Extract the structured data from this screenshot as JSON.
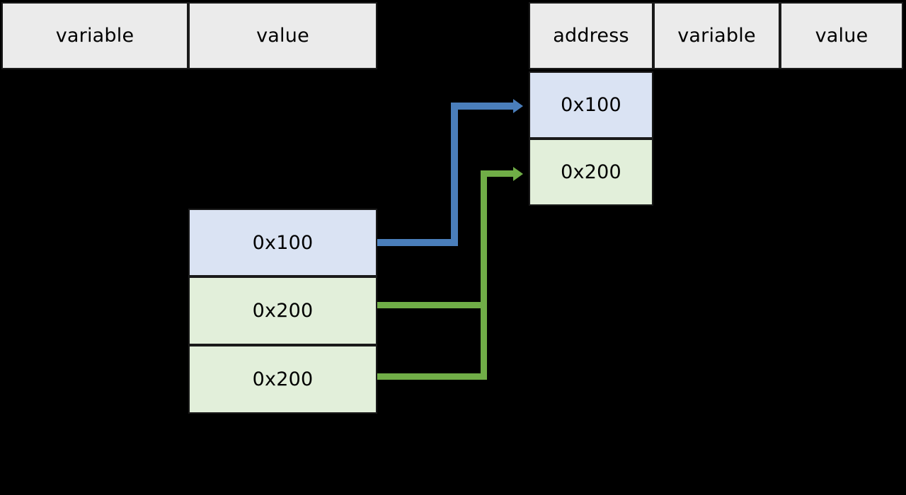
{
  "diagram": {
    "title": "pointer-variable-memory-reference-diagram",
    "background_color": "#000000",
    "colors": {
      "header_fill": "#EBEBEB",
      "blue_fill": "#DAE3F3",
      "green_fill": "#E2EFDA",
      "border": "#1A1A1A",
      "blue_connector": "#4A7EBB",
      "green_connector": "#70AD47",
      "text": "#000000"
    }
  },
  "left_table": {
    "name": "left-stack-table",
    "headers": [
      {
        "label": "variable"
      },
      {
        "label": "value"
      }
    ],
    "rows": [
      {
        "variable": "",
        "value": "0x100",
        "fill": "blue"
      },
      {
        "variable": "",
        "value": "0x200",
        "fill": "green"
      },
      {
        "variable": "",
        "value": "0x200",
        "fill": "green"
      }
    ]
  },
  "right_table": {
    "name": "right-heap-table",
    "headers": [
      {
        "label": "address"
      },
      {
        "label": "variable"
      },
      {
        "label": "value"
      }
    ],
    "rows": [
      {
        "address": "0x100",
        "variable": "",
        "value": "",
        "fill": "blue"
      },
      {
        "address": "0x200",
        "variable": "",
        "value": "",
        "fill": "green"
      }
    ]
  },
  "connectors": [
    {
      "name": "blue-pointer-arrow",
      "color": "#4A7EBB",
      "from": "left value 0x100",
      "to": "right address 0x100",
      "arrowhead": "right"
    },
    {
      "name": "green-pointer-arrow-row2",
      "color": "#70AD47",
      "from": "left value 0x200 (row 2)",
      "to": "right address 0x200",
      "arrowhead": "right"
    },
    {
      "name": "green-pointer-arrow-row3",
      "color": "#70AD47",
      "from": "left value 0x200 (row 3)",
      "to": "right address 0x200",
      "arrowhead": "none"
    }
  ]
}
